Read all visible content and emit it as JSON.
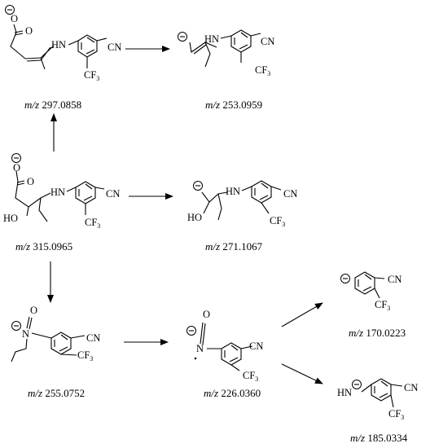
{
  "labels": {
    "cn": "CN",
    "cf3_main": "CF",
    "cf3_sub": "3",
    "hn": "HN",
    "ho": "HO",
    "n": "N",
    "o": "O"
  },
  "mz_prefix": "m/z",
  "compounds": [
    {
      "id": "c297",
      "mz": "297.0858"
    },
    {
      "id": "c253",
      "mz": "253.0959"
    },
    {
      "id": "c315",
      "mz": "315.0965"
    },
    {
      "id": "c271",
      "mz": "271.1067"
    },
    {
      "id": "c255",
      "mz": "255.0752"
    },
    {
      "id": "c226",
      "mz": "226.0360"
    },
    {
      "id": "c170",
      "mz": "170.0223"
    },
    {
      "id": "c185",
      "mz": "185.0334"
    }
  ],
  "arrows": [
    {
      "from": "c297",
      "to": "c253"
    },
    {
      "from": "c315",
      "to": "c297"
    },
    {
      "from": "c315",
      "to": "c271"
    },
    {
      "from": "c315",
      "to": "c255"
    },
    {
      "from": "c255",
      "to": "c226"
    },
    {
      "from": "c226",
      "to": "c170"
    },
    {
      "from": "c226",
      "to": "c185"
    }
  ]
}
